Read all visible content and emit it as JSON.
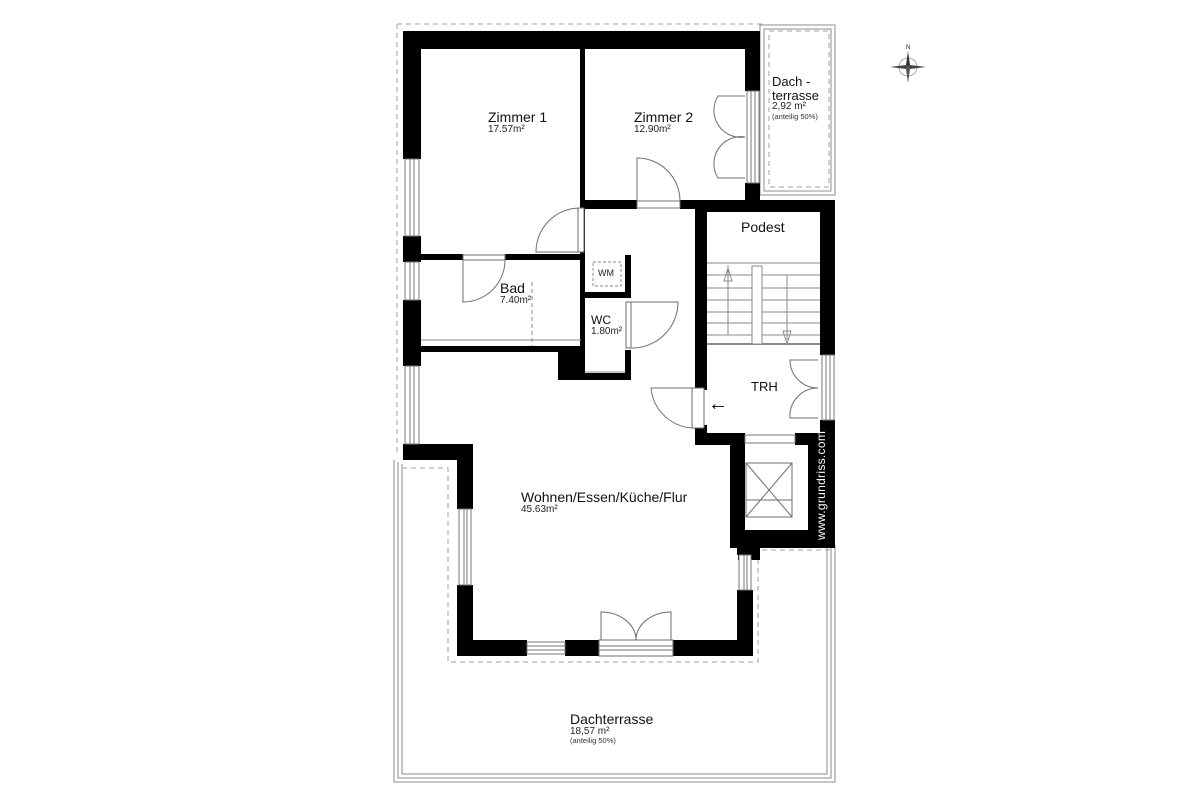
{
  "plan": {
    "type": "floor-plan",
    "background": "#ffffff",
    "wall_color": "#000000",
    "line_color": "#8a8a8a",
    "dash_color": "#9a9a9a"
  },
  "rooms": {
    "zimmer1": {
      "name": "Zimmer 1",
      "area": "17.57m²"
    },
    "zimmer2": {
      "name": "Zimmer 2",
      "area": "12.90m²"
    },
    "dachterrasse_small": {
      "name_line1": "Dach -",
      "name_line2": "terrasse",
      "area": "2,92 m²",
      "note": "(anteilig 50%)"
    },
    "podest": {
      "name": "Podest"
    },
    "bad": {
      "name": "Bad",
      "area": "7.40m²"
    },
    "wm": {
      "name": "WM"
    },
    "wc": {
      "name": "WC",
      "area": "1.80m²"
    },
    "trh": {
      "name": "TRH"
    },
    "wohnen": {
      "name": "Wohnen/Essen/Küche/Flur",
      "area": "45.63m²"
    },
    "dachterrasse_large": {
      "name": "Dachterrasse",
      "area": "18,57 m²",
      "note": "(anteilig 50%)"
    }
  },
  "compass": {
    "icon": "compass-rose-icon",
    "north_label": "N"
  },
  "entry_arrow": {
    "icon": "arrow-left-icon",
    "glyph": "←"
  },
  "watermark": {
    "text": "www.grundriss.com"
  }
}
